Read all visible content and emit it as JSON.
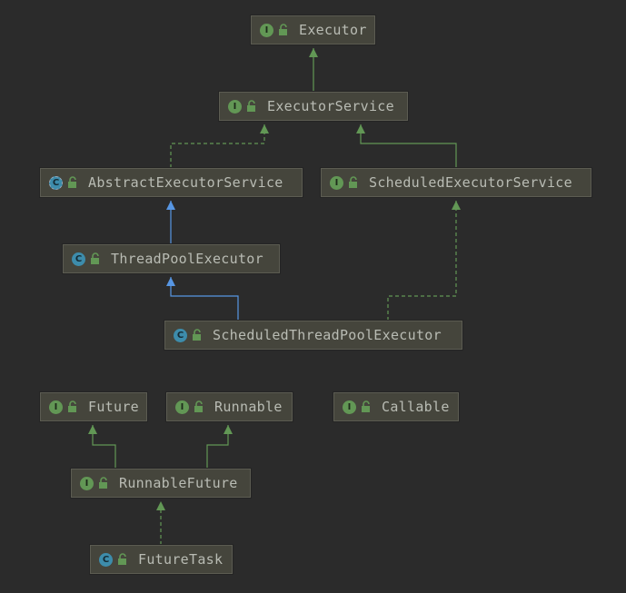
{
  "colors": {
    "background": "#2b2b2b",
    "node_fill": "#45453c",
    "node_border": "#5c5c52",
    "node_text": "#b9bcb4",
    "interface_badge": "#629755",
    "class_badge": "#3d8cab",
    "interface_edge": "#629755",
    "extends_edge": "#5796e3",
    "lock_icon": "#629755"
  },
  "nodes": [
    {
      "id": "executor",
      "label": "Executor",
      "kind": "interface",
      "badge": "I",
      "icon": "interface-icon"
    },
    {
      "id": "executorservice",
      "label": "ExecutorService",
      "kind": "interface",
      "badge": "I",
      "icon": "interface-icon"
    },
    {
      "id": "abstractexecutorservice",
      "label": "AbstractExecutorService",
      "kind": "abstract-class",
      "badge": "C",
      "icon": "abstract-class-icon"
    },
    {
      "id": "scheduledexecutorservice",
      "label": "ScheduledExecutorService",
      "kind": "interface",
      "badge": "I",
      "icon": "interface-icon"
    },
    {
      "id": "threadpoolexecutor",
      "label": "ThreadPoolExecutor",
      "kind": "class",
      "badge": "C",
      "icon": "class-icon"
    },
    {
      "id": "scheduledthreadpoolexecutor",
      "label": "ScheduledThreadPoolExecutor",
      "kind": "class",
      "badge": "C",
      "icon": "class-icon"
    },
    {
      "id": "future",
      "label": "Future",
      "kind": "interface",
      "badge": "I",
      "icon": "interface-icon"
    },
    {
      "id": "runnable",
      "label": "Runnable",
      "kind": "interface",
      "badge": "I",
      "icon": "interface-icon"
    },
    {
      "id": "callable",
      "label": "Callable",
      "kind": "interface",
      "badge": "I",
      "icon": "interface-icon"
    },
    {
      "id": "runnablefuture",
      "label": "RunnableFuture",
      "kind": "interface",
      "badge": "I",
      "icon": "interface-icon"
    },
    {
      "id": "futuretask",
      "label": "FutureTask",
      "kind": "class",
      "badge": "C",
      "icon": "class-icon"
    }
  ],
  "edges": [
    {
      "from": "executorservice",
      "to": "executor",
      "type": "extends-interface"
    },
    {
      "from": "abstractexecutorservice",
      "to": "executorservice",
      "type": "implements"
    },
    {
      "from": "scheduledexecutorservice",
      "to": "executorservice",
      "type": "extends-interface"
    },
    {
      "from": "threadpoolexecutor",
      "to": "abstractexecutorservice",
      "type": "extends-class"
    },
    {
      "from": "scheduledthreadpoolexecutor",
      "to": "threadpoolexecutor",
      "type": "extends-class"
    },
    {
      "from": "scheduledthreadpoolexecutor",
      "to": "scheduledexecutorservice",
      "type": "implements"
    },
    {
      "from": "runnablefuture",
      "to": "future",
      "type": "extends-interface"
    },
    {
      "from": "runnablefuture",
      "to": "runnable",
      "type": "extends-interface"
    },
    {
      "from": "futuretask",
      "to": "runnablefuture",
      "type": "implements"
    }
  ]
}
